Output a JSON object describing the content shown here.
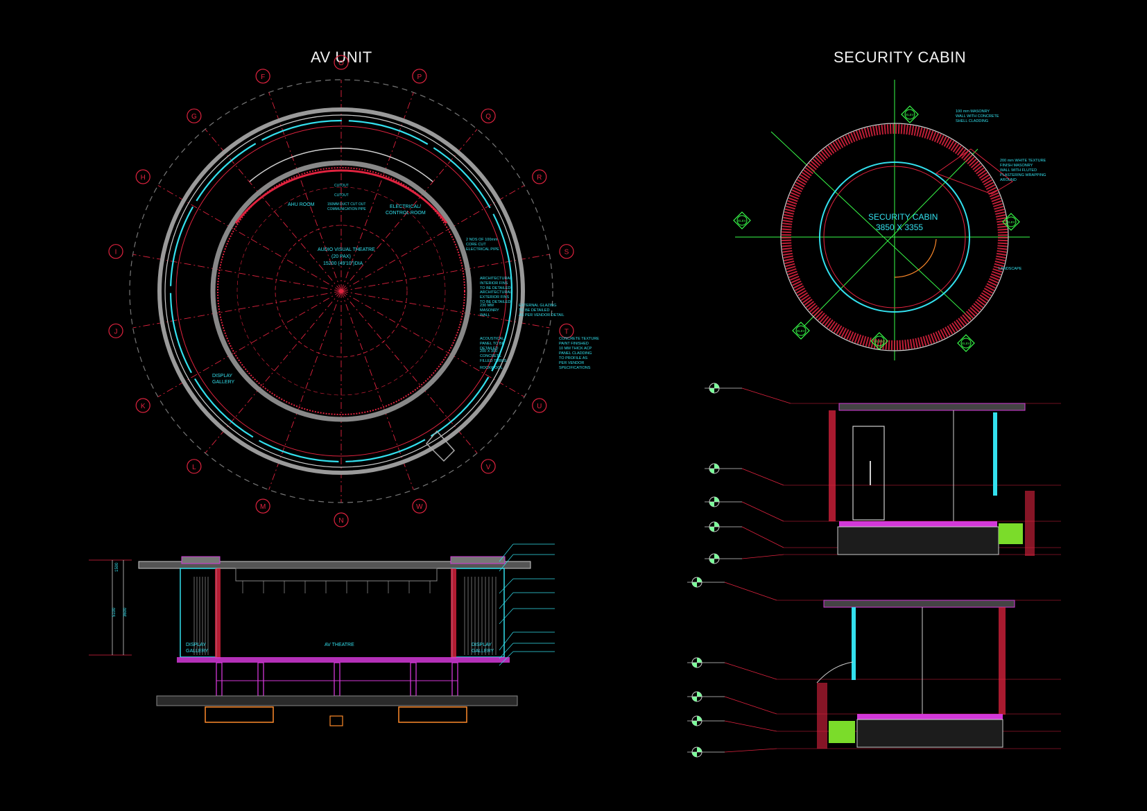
{
  "titles": {
    "av_unit": "AV UNIT",
    "security_cabin": "SECURITY CABIN"
  },
  "av_plan": {
    "grid_letters": [
      "O",
      "P",
      "Q",
      "R",
      "S",
      "T",
      "U",
      "V",
      "W",
      "N",
      "M",
      "L",
      "K",
      "J",
      "I",
      "H",
      "G",
      "F"
    ],
    "rooms": {
      "ahu": "AHU ROOM",
      "electrical": [
        "ELECTRICAL/",
        "CONTROL ROOM"
      ],
      "theatre": [
        "AUDIO VISUAL THEATRE",
        "(20 PAX)",
        "15200 (49'10\")DIA"
      ],
      "gallery": [
        "DISPLAY",
        "GALLERY"
      ],
      "cutouts": [
        "CUTOUT",
        "CUTOUT",
        "150MM DUCT CUT OUT",
        "COMMUNICATION PIPE"
      ]
    },
    "notes": [
      [
        "2 NOS OF 100mm",
        "CORE CUT",
        "ELECTRICAL PIPE"
      ],
      [
        "ARCHITECTURAL",
        "INTERIOR FINS",
        "TO BE DETAILED"
      ],
      [
        "ARCHITECTURAL",
        "EXTERIOR FINS",
        "TO BE DETAILED"
      ],
      [
        "230 MM",
        "MASONRY",
        "WALL"
      ],
      [
        "EXTERNAL GLAZING",
        "TO BE DETAILED",
        "AS PER VENDOR DETAIL"
      ],
      [
        "ACOUSTICAL",
        "PANEL TO BE",
        "DETAILED"
      ],
      [
        "200 X 300",
        "CONCRETE",
        "FILLED TUBES"
      ],
      [
        "ROCKWOOL"
      ],
      [
        "CONCRETE TEXTURE",
        "PAINT FINISHED",
        "10 MM THICK ACP",
        "PANEL CLADDING",
        "TO PROFILE AS",
        "PER VENDOR",
        "SPECIFICATIONS"
      ]
    ]
  },
  "av_section": {
    "dims": [
      "1500",
      "3600",
      "5100"
    ],
    "labels": {
      "gallery_left": [
        "DISPLAY",
        "GALLERY"
      ],
      "theatre": "AV THEATRE",
      "gallery_right": [
        "DISPLAY",
        "GALLERY"
      ]
    }
  },
  "security_plan": {
    "label": [
      "SECURITY CABIN",
      "3850 X 3355"
    ],
    "notes": [
      [
        "100 mm MASONRY",
        "WALL WITH CONCRETE",
        "SHELL CLADDING"
      ],
      [
        "200 mm WHITE TEXTURE",
        "FINISH MASONRY",
        "WALL WITH FLUTED",
        "PLASTERING WRAPPING",
        "AROUND"
      ],
      [
        "LANDSCAPE"
      ]
    ],
    "marks": [
      "ELEV",
      "ELEV",
      "ELEV",
      "ELEV",
      "ELEV",
      "ELEV"
    ]
  },
  "colors": {
    "red": "#e0233f",
    "cyan": "#33e0ee",
    "green": "#39ff4a",
    "grey": "#b5b5b5",
    "magenta": "#d338d8",
    "background": "#000000"
  }
}
